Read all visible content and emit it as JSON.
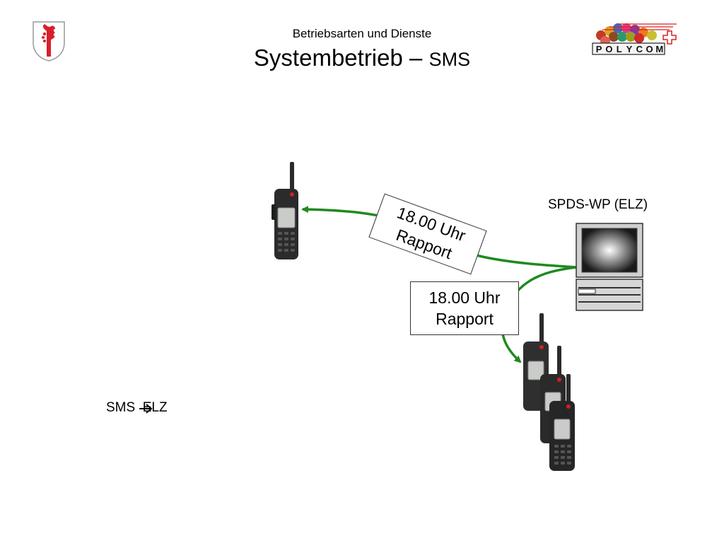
{
  "header": {
    "subtitle": "Betriebsarten und Dienste",
    "title": "Systembetrieb",
    "title_dash": "–",
    "title_suffix": "SMS"
  },
  "logo": {
    "letters": [
      "P",
      "O",
      "L",
      "Y",
      "C",
      "O",
      "M"
    ]
  },
  "diagram": {
    "server_label": "SPDS-WP (ELZ)",
    "message_rotated": {
      "line1": "18.00 Uhr",
      "line2": "Rapport"
    },
    "message_upright": {
      "line1": "18.00 Uhr",
      "line2": "Rapport"
    },
    "caption": "SMS  ELZ"
  },
  "colors": {
    "arrow": "#1f8a1f",
    "radio_body": "#2b2b2b",
    "coat_of_arms_red": "#d81f2a"
  }
}
